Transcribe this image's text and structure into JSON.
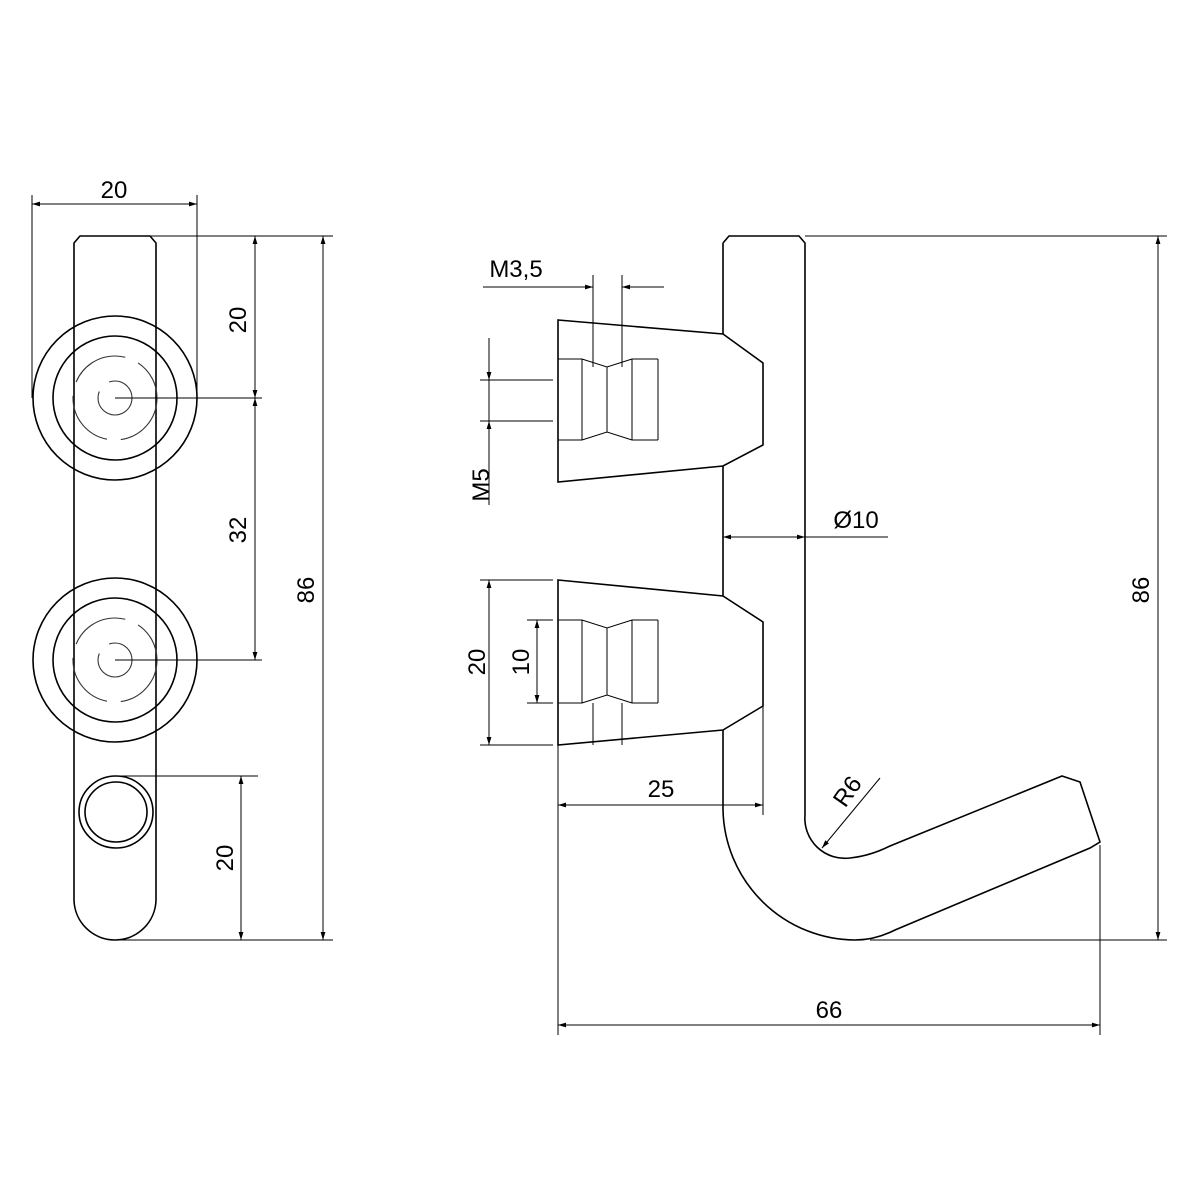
{
  "side_view": {
    "width_label": "20",
    "top_to_knob_label": "20",
    "knob_spacing_label": "32",
    "total_height_label": "86",
    "hole_to_bottom_label": "20"
  },
  "front_view": {
    "screw_label": "M3,5",
    "thread_label": "M5",
    "diameter_label": "Ø10",
    "total_height_label": "86",
    "knob_height_label": "20",
    "knob_inner_label": "10",
    "knob_depth_label": "25",
    "total_width_label": "66",
    "radius_label": "R6"
  },
  "colors": {
    "line": "#000000",
    "background": "#ffffff"
  }
}
